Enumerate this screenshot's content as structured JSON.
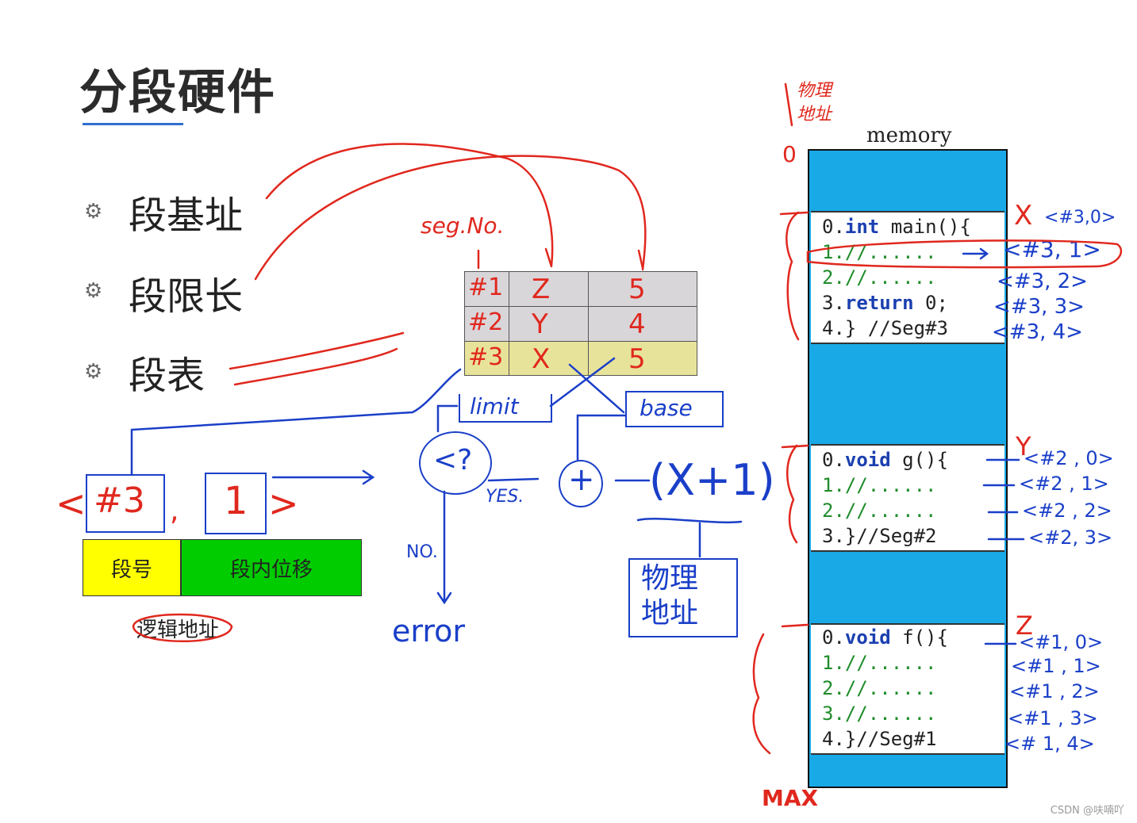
{
  "title": "分段硬件",
  "bullets": [
    {
      "label": "段基址"
    },
    {
      "label": "段限长"
    },
    {
      "label": "段表"
    }
  ],
  "segment_table": {
    "header_label": "seg.No.",
    "rows": [
      {
        "seg": "#1",
        "limit": "Z",
        "base": "5"
      },
      {
        "seg": "#2",
        "limit": "Y",
        "base": "4"
      },
      {
        "seg": "#3",
        "limit": "X",
        "base": "5"
      }
    ],
    "highlight_color": "#e8e39a",
    "row_color": "#d9d6da"
  },
  "logical_address": {
    "seg_label": "#3",
    "offset_label": "1",
    "seg_field": "段号",
    "offset_field": "段内位移",
    "caption": "逻辑地址"
  },
  "flow": {
    "limit_label": "limit",
    "base_label": "base",
    "compare": "<?",
    "yes": "YES.",
    "no": "NO.",
    "error": "error",
    "plus": "+",
    "result": "(X+1)",
    "physical": "物理\n地址"
  },
  "memory": {
    "label": "memory",
    "top_note": "物理\n地址",
    "zero": "0",
    "max": "MAX",
    "colors": {
      "block": "#19a9e6",
      "code": "#ffffff"
    },
    "segments": [
      {
        "marker": "X",
        "lines": [
          {
            "num": "0.",
            "kw": "int",
            "rest": " main(){"
          },
          {
            "num": "1.",
            "kw": "",
            "rest": "//......",
            "comment": true
          },
          {
            "num": "2.",
            "kw": "",
            "rest": "//......",
            "comment": true
          },
          {
            "num": "3.",
            "kw": "return",
            "rest": " 0;"
          },
          {
            "num": "4.",
            "kw": "",
            "rest": "} //Seg#3"
          }
        ],
        "addrs": [
          "<#3,0>",
          "<#3, 1>",
          "<#3, 2>",
          "<#3, 3>",
          "<#3, 4>"
        ]
      },
      {
        "marker": "Y",
        "lines": [
          {
            "num": "0.",
            "kw": "void",
            "rest": " g(){"
          },
          {
            "num": "1.",
            "kw": "",
            "rest": "//......",
            "comment": true
          },
          {
            "num": "2.",
            "kw": "",
            "rest": "//......",
            "comment": true
          },
          {
            "num": "3.",
            "kw": "",
            "rest": "}//Seg#2"
          }
        ],
        "addrs": [
          "<#2 , 0>",
          "<#2 , 1>",
          "<#2 , 2>",
          "<#2, 3>"
        ]
      },
      {
        "marker": "Z",
        "lines": [
          {
            "num": "0.",
            "kw": "void",
            "rest": " f(){"
          },
          {
            "num": "1.",
            "kw": "",
            "rest": "//......",
            "comment": true
          },
          {
            "num": "2.",
            "kw": "",
            "rest": "//......",
            "comment": true
          },
          {
            "num": "3.",
            "kw": "",
            "rest": "//......",
            "comment": true
          },
          {
            "num": "4.",
            "kw": "",
            "rest": "}//Seg#1"
          }
        ],
        "addrs": [
          "<#1, 0>",
          "<#1 , 1>",
          "<#1 , 2>",
          "<#1 , 3>",
          "<# 1, 4>"
        ]
      }
    ]
  },
  "watermark": "CSDN @呋喃吖"
}
